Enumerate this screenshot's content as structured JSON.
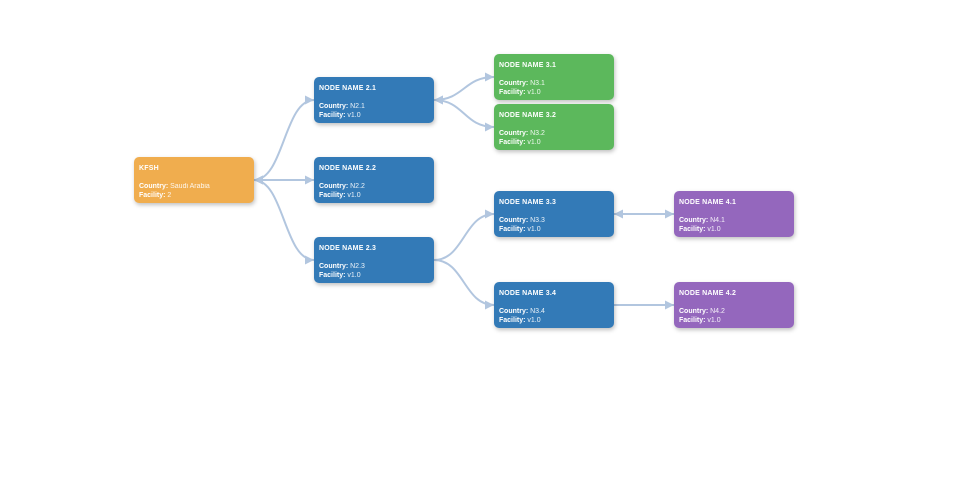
{
  "labels": {
    "country": "Country:",
    "facility": "Facility:"
  },
  "colors": {
    "edge": "#b2c6df",
    "orange": "#f0ad4e",
    "blue": "#337ab7",
    "green": "#5cb85c",
    "purple": "#9467bd"
  },
  "nodes": {
    "kfsh": {
      "title": "KFSH",
      "country": "Saudi Arabia",
      "facility": "2"
    },
    "n21": {
      "title": "NODE NAME 2.1",
      "country": "N2.1",
      "facility": "v1.0"
    },
    "n22": {
      "title": "NODE NAME 2.2",
      "country": "N2.2",
      "facility": "v1.0"
    },
    "n23": {
      "title": "NODE NAME 2.3",
      "country": "N2.3",
      "facility": "v1.0"
    },
    "n31": {
      "title": "NODE NAME 3.1",
      "country": "N3.1",
      "facility": "v1.0"
    },
    "n32": {
      "title": "NODE NAME 3.2",
      "country": "N3.2",
      "facility": "v1.0"
    },
    "n33": {
      "title": "NODE NAME 3.3",
      "country": "N3.3",
      "facility": "v1.0"
    },
    "n34": {
      "title": "NODE NAME 3.4",
      "country": "N3.4",
      "facility": "v1.0"
    },
    "n41": {
      "title": "NODE NAME 4.1",
      "country": "N4.1",
      "facility": "v1.0"
    },
    "n42": {
      "title": "NODE NAME 4.2",
      "country": "N4.2",
      "facility": "v1.0"
    }
  },
  "edges": [
    {
      "from": "kfsh",
      "to": "n21",
      "arrow_start": true,
      "arrow_end": true
    },
    {
      "from": "kfsh",
      "to": "n22",
      "arrow_start": true,
      "arrow_end": true
    },
    {
      "from": "kfsh",
      "to": "n23",
      "arrow_start": true,
      "arrow_end": true
    },
    {
      "from": "n21",
      "to": "n31",
      "arrow_start": true,
      "arrow_end": true
    },
    {
      "from": "n21",
      "to": "n32",
      "arrow_start": true,
      "arrow_end": true
    },
    {
      "from": "n23",
      "to": "n33",
      "arrow_start": false,
      "arrow_end": true
    },
    {
      "from": "n23",
      "to": "n34",
      "arrow_start": false,
      "arrow_end": true
    },
    {
      "from": "n33",
      "to": "n41",
      "arrow_start": true,
      "arrow_end": true
    },
    {
      "from": "n34",
      "to": "n42",
      "arrow_start": false,
      "arrow_end": true
    }
  ]
}
